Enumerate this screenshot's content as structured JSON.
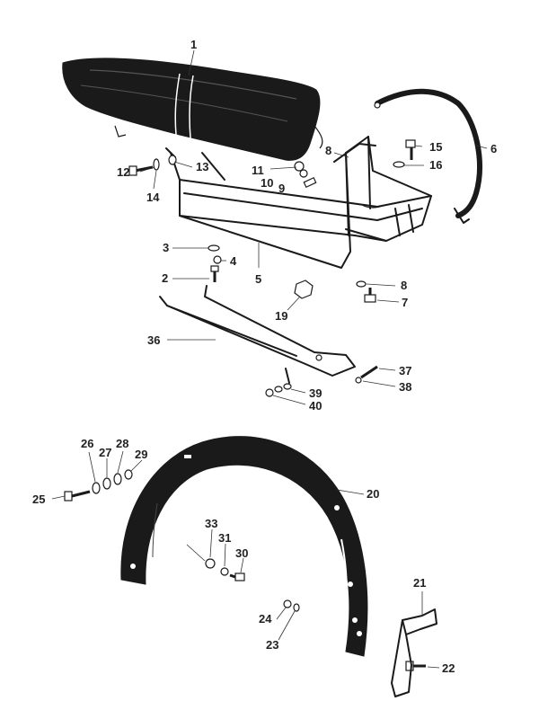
{
  "diagram": {
    "parts": [
      {
        "id": "p1",
        "text": "1"
      },
      {
        "id": "p2",
        "text": "2"
      },
      {
        "id": "p3",
        "text": "3"
      },
      {
        "id": "p4",
        "text": "4"
      },
      {
        "id": "p5",
        "text": "5"
      },
      {
        "id": "p6",
        "text": "6"
      },
      {
        "id": "p7",
        "text": "7"
      },
      {
        "id": "p8a",
        "text": "8"
      },
      {
        "id": "p8b",
        "text": "8"
      },
      {
        "id": "p9",
        "text": "9"
      },
      {
        "id": "p10",
        "text": "10"
      },
      {
        "id": "p11",
        "text": "11"
      },
      {
        "id": "p12",
        "text": "12"
      },
      {
        "id": "p13",
        "text": "13"
      },
      {
        "id": "p14",
        "text": "14"
      },
      {
        "id": "p15",
        "text": "15"
      },
      {
        "id": "p16",
        "text": "16"
      },
      {
        "id": "p19",
        "text": "19"
      },
      {
        "id": "p20",
        "text": "20"
      },
      {
        "id": "p21",
        "text": "21"
      },
      {
        "id": "p22",
        "text": "22"
      },
      {
        "id": "p23",
        "text": "23"
      },
      {
        "id": "p24",
        "text": "24"
      },
      {
        "id": "p25",
        "text": "25"
      },
      {
        "id": "p26",
        "text": "26"
      },
      {
        "id": "p27",
        "text": "27"
      },
      {
        "id": "p28",
        "text": "28"
      },
      {
        "id": "p29",
        "text": "29"
      },
      {
        "id": "p30",
        "text": "30"
      },
      {
        "id": "p31",
        "text": "31"
      },
      {
        "id": "p33",
        "text": "33"
      },
      {
        "id": "p36",
        "text": "36"
      },
      {
        "id": "p37",
        "text": "37"
      },
      {
        "id": "p38",
        "text": "38"
      },
      {
        "id": "p39",
        "text": "39"
      },
      {
        "id": "p40",
        "text": "40"
      }
    ]
  }
}
